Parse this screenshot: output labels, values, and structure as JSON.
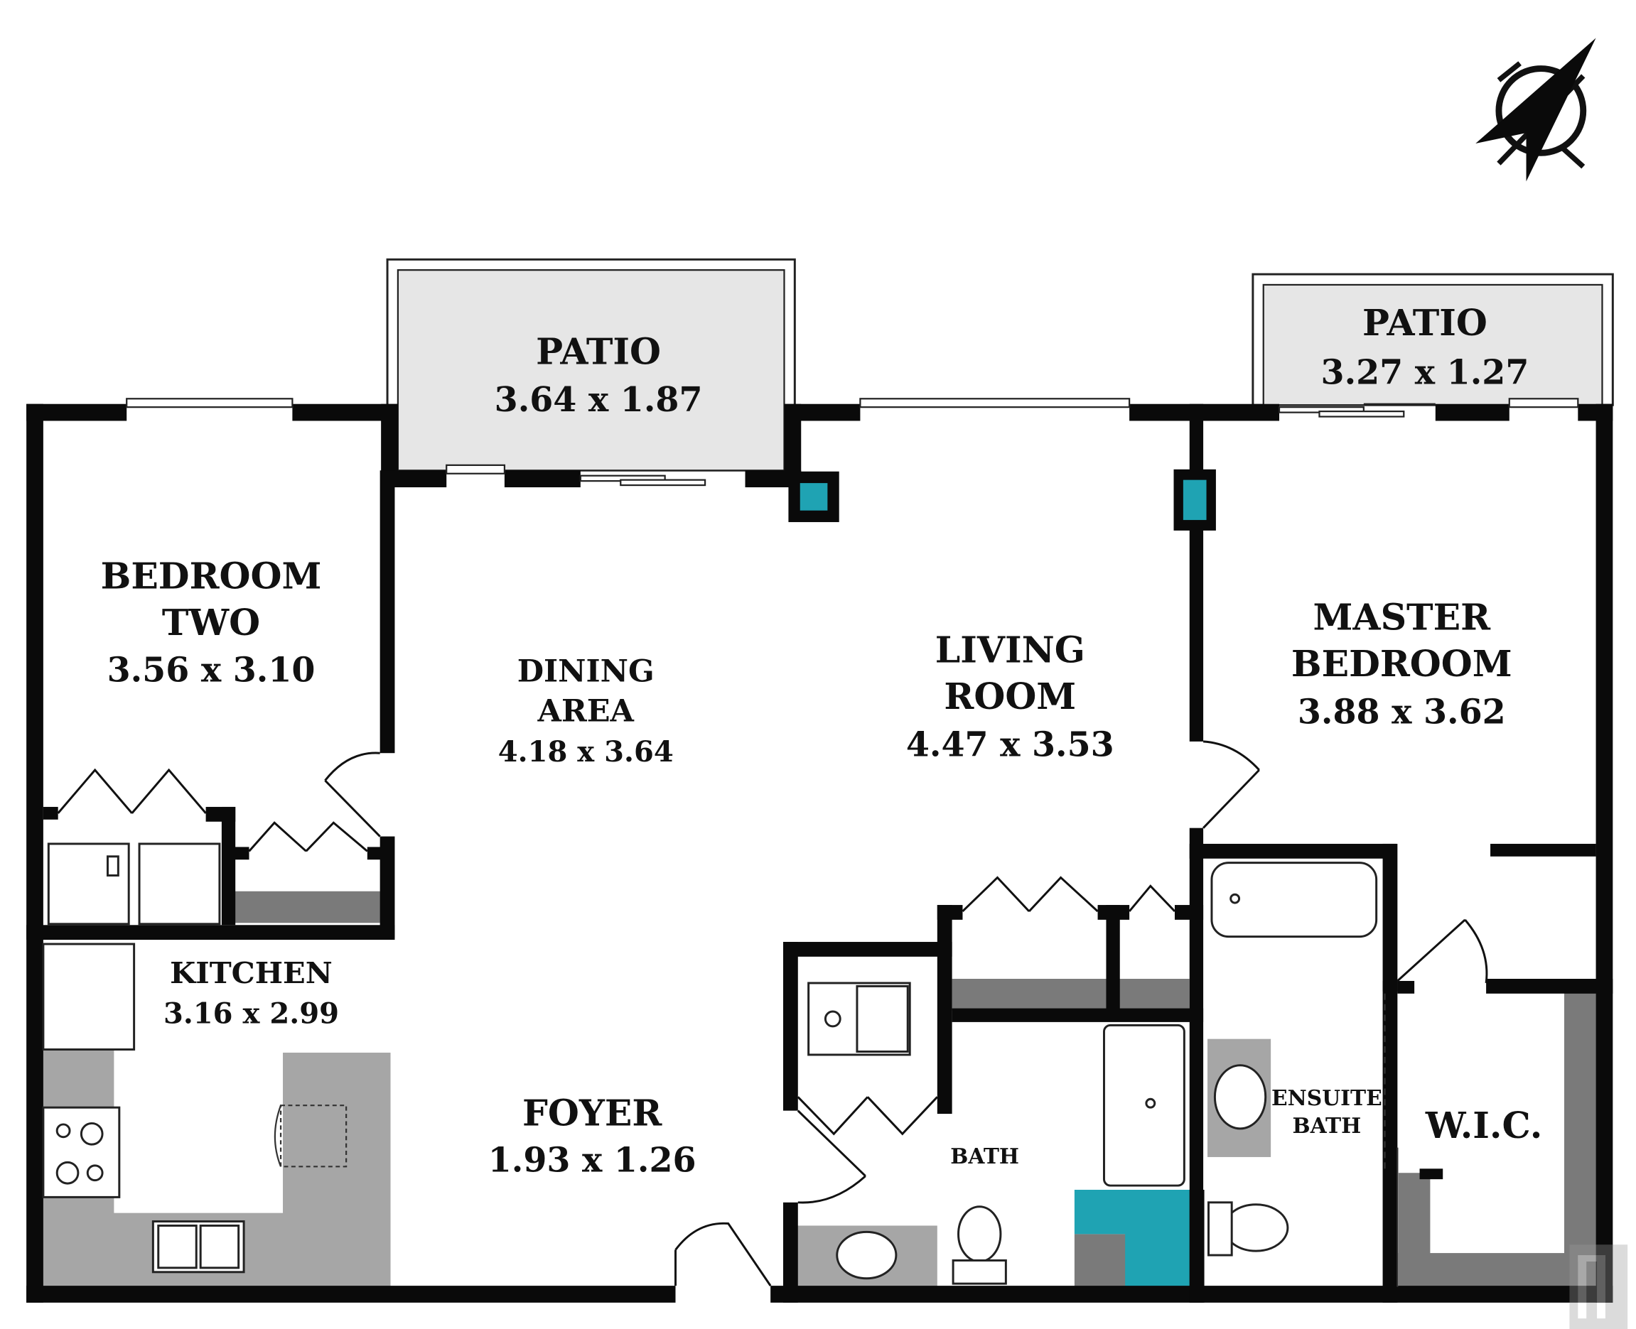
{
  "rooms": {
    "bedroom_two": {
      "name_line1": "BEDROOM",
      "name_line2": "TWO",
      "dims": "3.56 x 3.10"
    },
    "dining": {
      "name_line1": "DINING",
      "name_line2": "AREA",
      "dims": "4.18 x 3.64"
    },
    "living": {
      "name_line1": "LIVING",
      "name_line2": "ROOM",
      "dims": "4.47 x 3.53"
    },
    "master": {
      "name_line1": "MASTER",
      "name_line2": "BEDROOM",
      "dims": "3.88 x 3.62"
    },
    "patio_left": {
      "name": "PATIO",
      "dims": "3.64 x 1.87"
    },
    "patio_right": {
      "name": "PATIO",
      "dims": "3.27 x 1.27"
    },
    "kitchen": {
      "name": "KITCHEN",
      "dims": "3.16 x 2.99"
    },
    "foyer": {
      "name": "FOYER",
      "dims": "1.93 x 1.26"
    },
    "bath": {
      "name": "BATH"
    },
    "ensuite": {
      "name_line1": "ENSUITE",
      "name_line2": "BATH"
    },
    "wic": {
      "name": "W.I.C."
    }
  },
  "colors": {
    "wall": "#0a0a0a",
    "patio_fill": "#e6e6e6",
    "counter": "#a6a6a6",
    "closet_shelf": "#7a7a7a",
    "accent_teal": "#1fa3b3"
  },
  "icons": {
    "compass": "north-arrow-icon",
    "logo": "watermark-logo"
  }
}
